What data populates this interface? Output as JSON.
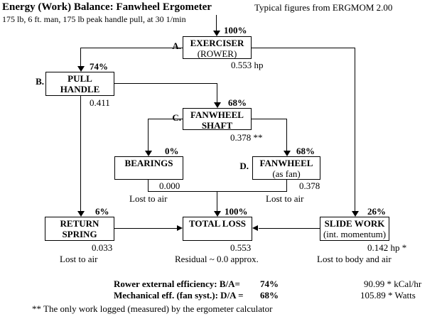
{
  "header": {
    "title": "Energy (Work) Balance: Fanwheel Ergometer",
    "subtitle": "175 lb, 6 ft. man, 175 lb peak handle pull, at 30 1/min",
    "source_note": "Typical figures from ERGMOM 2.00"
  },
  "colors": {
    "ink": "#000000",
    "background": "#ffffff"
  },
  "boxes": {
    "exerciser": {
      "letter": "A.",
      "line1": "EXERCISER",
      "line2": "(ROWER)",
      "percent": "100%",
      "value": "0.553  hp"
    },
    "pull_handle": {
      "letter": "B.",
      "line1": "PULL",
      "line2": "HANDLE",
      "percent": "74%",
      "value": "0.411"
    },
    "fanwheel_shaft": {
      "letter": "C.",
      "line1": "FANWHEEL",
      "line2": "SHAFT",
      "percent": "68%",
      "value": "0.378  **"
    },
    "bearings": {
      "line1": "BEARINGS",
      "percent": "0%",
      "value": "0.000",
      "loss": "Lost to air"
    },
    "fanwheel": {
      "letter": "D.",
      "line1": "FANWHEEL",
      "line2": "(as fan)",
      "percent": "68%",
      "value": "0.378",
      "loss": "Lost to air"
    },
    "return_spring": {
      "line1": "RETURN",
      "line2": "SPRING",
      "percent": "6%",
      "value": "0.033",
      "loss": "Lost to air"
    },
    "total_loss": {
      "line1": "TOTAL LOSS",
      "percent": "100%",
      "value": "0.553",
      "loss": "Residual ~ 0.0 approx."
    },
    "slide_work": {
      "line1": "SLIDE WORK",
      "line2": "(int. momentum)",
      "percent": "26%",
      "value": "0.142  hp *",
      "loss": "Lost to body and air"
    }
  },
  "summary": {
    "line1_label": "Rower external efficiency: B/A=",
    "line1_value": "74%",
    "line2_label": "Mechanical eff. (fan syst.): D/A =",
    "line2_value": "68%",
    "right1": "90.99  *  kCal/hr",
    "right2": "105.89  *  Watts",
    "footnote": "** The only work logged (measured) by the ergometer calculator"
  }
}
